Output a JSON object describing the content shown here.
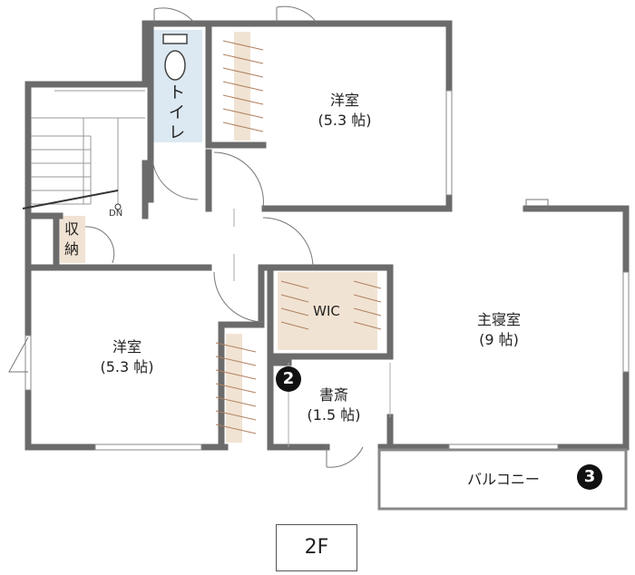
{
  "rooms": {
    "western_top": {
      "name": "洋室",
      "size": "(5.3 帖)"
    },
    "western_left": {
      "name": "洋室",
      "size": "(5.3 帖)"
    },
    "master": {
      "name": "主寝室",
      "size": "(9 帖)"
    },
    "study": {
      "name": "書斎",
      "size": "(1.5 帖)"
    },
    "wic": {
      "name": "WIC"
    },
    "toilet": {
      "chars": [
        "ト",
        "イ",
        "レ"
      ]
    },
    "storage": {
      "chars": [
        "収",
        "納"
      ]
    },
    "balcony": {
      "name": "バルコニー"
    }
  },
  "stair_label": "DN",
  "badges": {
    "study": "2",
    "balcony": "3"
  },
  "floor_label": "2F",
  "colors": {
    "wall": "#6b6b6b",
    "toilet_fill": "#dce9f2",
    "closet_fill": "#f1e3d3",
    "line": "#888888"
  }
}
